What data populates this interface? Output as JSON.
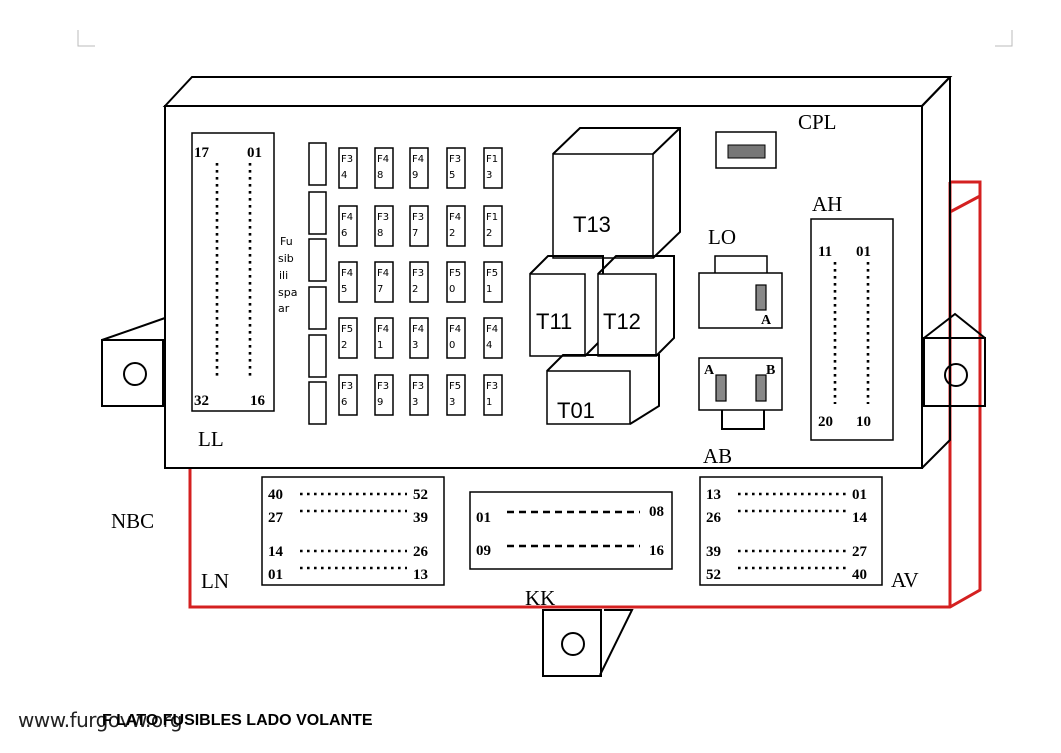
{
  "footer": {
    "watermark": "www.furgovw.org",
    "caption": "F LATO FUSIBLES LADO VOLANTE"
  },
  "labels": {
    "cpl": "CPL",
    "ll": "LL",
    "nbc": "NBC",
    "ln": "LN",
    "kk": "KK",
    "ab": "AB",
    "av": "AV",
    "ah": "AH",
    "lo": "LO"
  },
  "fusible_label": [
    "Fu",
    "sib",
    "ili",
    "spa",
    "ar"
  ],
  "ll_connector": {
    "top_left": "17",
    "top_right": "01",
    "bottom_left": "32",
    "bottom_right": "16"
  },
  "ah_connector": {
    "top_left": "11",
    "top_right": "01",
    "bottom_left": "20",
    "bottom_right": "10"
  },
  "ln_connector": [
    {
      "left": "40",
      "right": "52"
    },
    {
      "left": "27",
      "right": "39"
    },
    {
      "left": "14",
      "right": "26"
    },
    {
      "left": "01",
      "right": "13"
    }
  ],
  "kk_connector": [
    {
      "left": "01",
      "right": "08"
    },
    {
      "left": "09",
      "right": "16"
    }
  ],
  "av_connector": [
    {
      "left": "13",
      "right": "01"
    },
    {
      "left": "26",
      "right": "14"
    },
    {
      "left": "39",
      "right": "27"
    },
    {
      "left": "52",
      "right": "40"
    }
  ],
  "fuses": [
    [
      "F3",
      "4",
      "F4",
      "8",
      "F4",
      "9",
      "F3",
      "5",
      "F1",
      "3"
    ],
    [
      "F4",
      "6",
      "F3",
      "8",
      "F3",
      "7",
      "F4",
      "2",
      "F1",
      "2"
    ],
    [
      "F4",
      "5",
      "F4",
      "7",
      "F3",
      "2",
      "F5",
      "0",
      "F5",
      "1"
    ],
    [
      "F5",
      "2",
      "F4",
      "1",
      "F4",
      "3",
      "F4",
      "0",
      "F4",
      "4"
    ],
    [
      "F3",
      "6",
      "F3",
      "9",
      "F3",
      "3",
      "F5",
      "3",
      "F3",
      "1"
    ]
  ],
  "relays": {
    "t13": "T13",
    "t11": "T11",
    "t12": "T12",
    "t01": "T01"
  },
  "lo_pin": "A",
  "ab_pins": {
    "a": "A",
    "b": "B"
  }
}
